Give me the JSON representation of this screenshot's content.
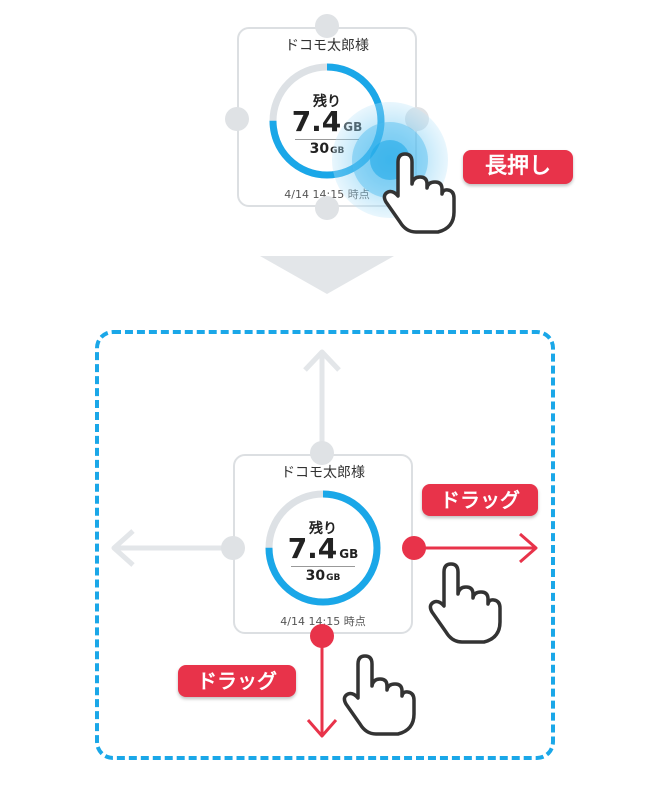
{
  "widget_top": {
    "title": "ドコモ太郎様",
    "remaining_label": "残り",
    "remaining_value": "7.4",
    "remaining_unit": "GB",
    "total_value": "30",
    "total_unit": "GB",
    "updated": "4/14 14:15 時点",
    "remaining_fraction": 0.75
  },
  "widget_bottom": {
    "title": "ドコモ太郎様",
    "remaining_label": "残り",
    "remaining_value": "7.4",
    "remaining_unit": "GB",
    "total_value": "30",
    "total_unit": "GB",
    "updated": "4/14 14:15 時点",
    "remaining_fraction": 0.75
  },
  "labels": {
    "long_press": "長押し",
    "drag_right": "ドラッグ",
    "drag_down": "ドラッグ"
  },
  "colors": {
    "ring": "#1aa7e8",
    "ring_track": "#dde1e5",
    "accent_red": "#e8334a",
    "dashed_border": "#1aa7e8",
    "handle": "#dfe2e5",
    "arrow_gray": "#e3e6e9"
  }
}
